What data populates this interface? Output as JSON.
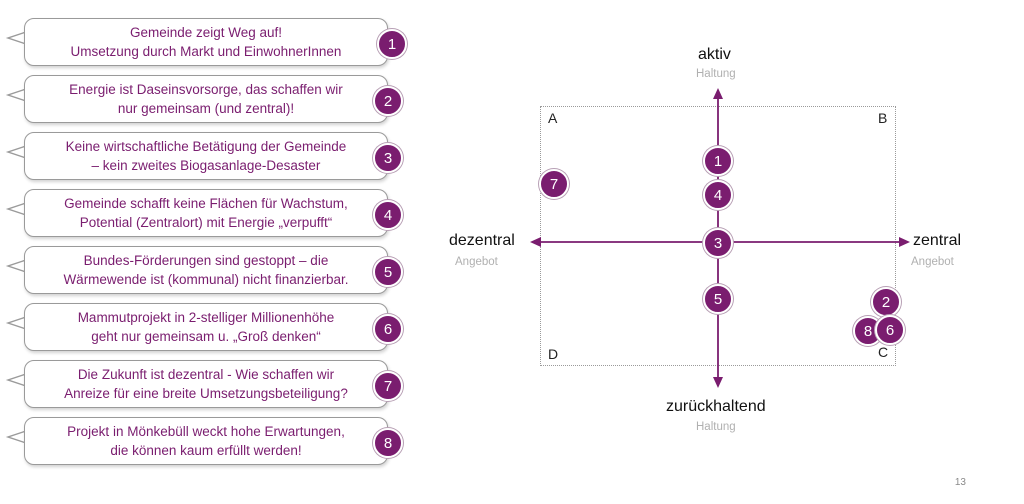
{
  "statements": [
    {
      "number": "1",
      "text": "Gemeinde zeigt Weg auf!\nUmsetzung durch Markt und EinwohnerInnen"
    },
    {
      "number": "2",
      "text": "Energie ist Daseinsvorsorge, das schaffen wir\nnur gemeinsam (und zentral)!"
    },
    {
      "number": "3",
      "text": "Keine wirtschaftliche Betätigung der Gemeinde\n– kein zweites Biogasanlage-Desaster"
    },
    {
      "number": "4",
      "text": "Gemeinde schafft keine Flächen für Wachstum,\nPotential (Zentralort) mit Energie „verpufft“"
    },
    {
      "number": "5",
      "text": "Bundes-Förderungen sind gestoppt – die\nWärmewende ist (kommunal) nicht finanzierbar."
    },
    {
      "number": "6",
      "text": "Mammutprojekt in 2-stelliger Millionenhöhe\ngeht nur gemeinsam u. „Groß denken“"
    },
    {
      "number": "7",
      "text": "Die Zukunft ist dezentral - Wie schaffen wir\nAnreize für eine breite Umsetzungsbeteiligung?"
    },
    {
      "number": "8",
      "text": "Projekt in Mönkebüll weckt hohe Erwartungen,\ndie können kaum erfüllt werden!"
    }
  ],
  "matrix": {
    "top": {
      "title": "aktiv",
      "subtitle": "Haltung"
    },
    "bottom": {
      "title": "zurückhaltend",
      "subtitle": "Haltung"
    },
    "left": {
      "title": "dezentral",
      "subtitle": "Angebot"
    },
    "right": {
      "title": "zentral",
      "subtitle": "Angebot"
    },
    "quadrants": {
      "top_left": "A",
      "top_right": "B",
      "bottom_right": "C",
      "bottom_left": "D"
    },
    "markers": [
      {
        "label": "1"
      },
      {
        "label": "4"
      },
      {
        "label": "3"
      },
      {
        "label": "5"
      },
      {
        "label": "7"
      },
      {
        "label": "2"
      },
      {
        "label": "8"
      },
      {
        "label": "6"
      }
    ]
  },
  "page_number": "13",
  "colors": {
    "accent": "#7a1d6f",
    "bubble_border": "#9a9a9a",
    "axis": "#7a1d6f",
    "subtitle": "#b0b0b0"
  }
}
